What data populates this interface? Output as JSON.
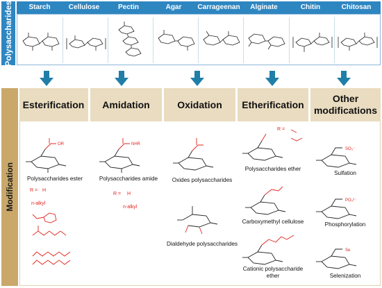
{
  "polysaccharides": {
    "side_label": "Polysaccharides",
    "items": [
      {
        "name": "Starch"
      },
      {
        "name": "Cellulose"
      },
      {
        "name": "Pectin"
      },
      {
        "name": "Agar"
      },
      {
        "name": "Carrageenan"
      },
      {
        "name": "Alginate"
      },
      {
        "name": "Chitin"
      },
      {
        "name": "Chitosan"
      }
    ]
  },
  "modification": {
    "side_label": "Modification",
    "columns": [
      {
        "title": "Esterification"
      },
      {
        "title": "Amidation"
      },
      {
        "title": "Oxidation"
      },
      {
        "title": "Etherification"
      },
      {
        "title_line1": "Other",
        "title_line2": "modifications"
      }
    ],
    "esterification": {
      "product": "Polysaccharides ester",
      "group": "OR",
      "r_eq": "R =",
      "r_h": "H",
      "r_alkyl": "n-alkyl"
    },
    "amidation": {
      "product": "Polysaccharides amide",
      "group": "NHR",
      "r_eq": "R =",
      "r_h": "H",
      "r_alkyl": "n-alkyl"
    },
    "oxidation": {
      "product1": "Oxides polysaccharides",
      "product2": "Dialdehyde polysaccharides"
    },
    "etherification": {
      "product1": "Polysaccharides ether",
      "product2": "Carboxymethyl cellulose",
      "product3_line1": "Cationic polysaccharide",
      "product3_line2": "ether",
      "r_eq": "R ="
    },
    "other": {
      "product1": "Sulfation",
      "group1": "SO₃⁻",
      "product2": "Phosphorylation",
      "group2": "PO₃²⁻",
      "product3": "Selenization",
      "group3": "Se"
    }
  },
  "colors": {
    "poly_blue": "#2e86c1",
    "mod_tan": "#e9dcc0",
    "mod_side": "#c9a86a",
    "arrow_teal": "#1f7fa8",
    "red": "#e0231c"
  }
}
